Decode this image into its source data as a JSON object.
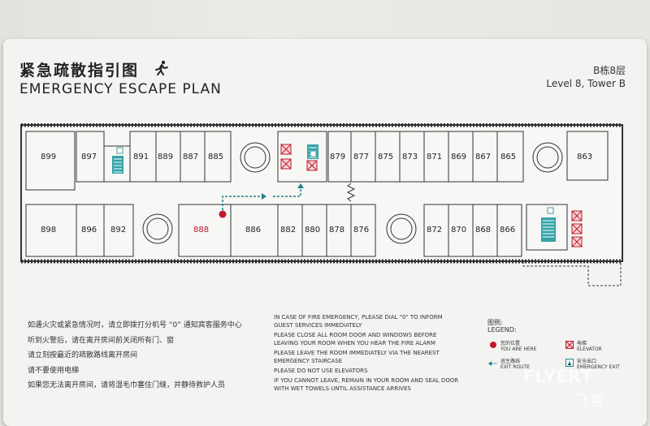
{
  "header": {
    "title_cn": "紧急疏散指引图",
    "title_en": "EMERGENCY ESCAPE PLAN",
    "level_cn": "B栋8层",
    "level_en": "Level 8, Tower B"
  },
  "rooms": {
    "top_left": [
      "899",
      "897",
      "891",
      "889",
      "887",
      "885"
    ],
    "top_right": [
      "879",
      "877",
      "875",
      "873",
      "871",
      "869",
      "867",
      "865",
      "863"
    ],
    "bottom_left": [
      "898",
      "896",
      "892"
    ],
    "current_room": "888",
    "bottom_mid": [
      "886",
      "882",
      "880",
      "878",
      "876"
    ],
    "bottom_right": [
      "872",
      "870",
      "868",
      "866"
    ]
  },
  "instructions_cn": [
    "如遇火灾或紧急情况时，请立即拨打分机号 “0” 通知宾客服务中心",
    "听到火警后，请在离开房间前关闭所有门、窗",
    "请立刻按最近的疏散路线离开房间",
    "请不要使用电梯",
    "如果您无法离开房间，请将湿毛巾塞住门缝，并静待救护人员"
  ],
  "instructions_en": [
    "IN CASE OF FIRE EMERGENCY, PLEASE DIAL \"0\" TO INFORM GUEST SERVICES IMMEDIATELY",
    "PLEASE CLOSE ALL ROOM DOOR AND WINDOWS BEFORE LEAVING YOUR ROOM WHEN YOU HEAR THE FIRE ALARM",
    "PLEASE LEAVE THE ROOM IMMEDIATELY VIA THE NEAREST EMERGENCY STAIRCASE",
    "PLEASE DO NOT USE ELEVATORS",
    "IF YOU CANNOT LEAVE, REMAIN IN YOUR ROOM AND SEAL DOOR WITH WET TOWELS UNTIL ASSISTANCE ARRIVES"
  ],
  "legend": {
    "title_cn": "图例:",
    "title_en": "LEGEND:",
    "you_are_here_cn": "您的位置",
    "you_are_here_en": "YOU ARE HERE",
    "elevator_cn": "电梯",
    "elevator_en": "ELEVATOR",
    "exit_route_cn": "逃生路线",
    "exit_route_en": "EXIT ROUTE",
    "emergency_exit_cn": "安全出口",
    "emergency_exit_en": "EMERGENCY EXIT"
  },
  "watermark": {
    "brand": "FLYERT",
    "brand_cn": "飞客"
  },
  "colors": {
    "you_are_here": "#c0182a",
    "exit_route": "#1f7f8a",
    "stairs": "#35a4a8",
    "elevator": "#c0182a",
    "wall": "#333333"
  }
}
